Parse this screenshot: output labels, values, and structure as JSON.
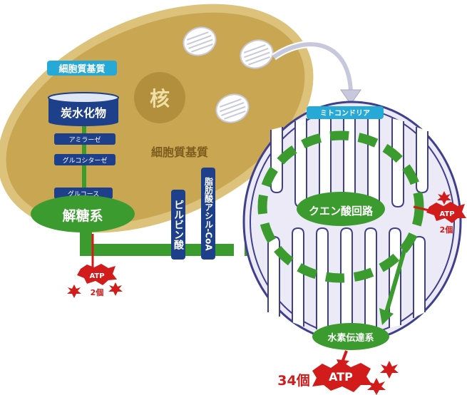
{
  "labels": {
    "cytoplasm_tag": "細胞質基質",
    "nucleus": "核",
    "cytoplasm_center": "細胞質基質",
    "carbohydrate": "炭水化物",
    "amylase": "アミラーゼ",
    "glucosidase": "グルコシターゼ",
    "glucose": "グルコース",
    "glycolysis": "解糖系",
    "pyruvic_acid": "ピルビン酸",
    "fatty_acyl_coa": "脂肪酸アシル-CoA",
    "mitochondria": "ミトコンドリア",
    "citric_acid_cycle": "クエン酸回路",
    "electron_transport": "水素伝達系"
  },
  "atp": {
    "label": "ATP",
    "glycolysis_count": "2個",
    "cycle_count": "2個",
    "electron_transport_count": "34個"
  },
  "colors": {
    "cytoplasm_fill": "#c9a752",
    "cytoplasm_border": "#d9bd6e",
    "pathway_green": "#3c9b2f",
    "label_navy": "#1e3f8a",
    "tag_cyan": "#27a9d8",
    "mito_fill": "#ebeaf6",
    "mito_stroke": "#3f3f8c",
    "atp_red": "#d21c1c"
  }
}
